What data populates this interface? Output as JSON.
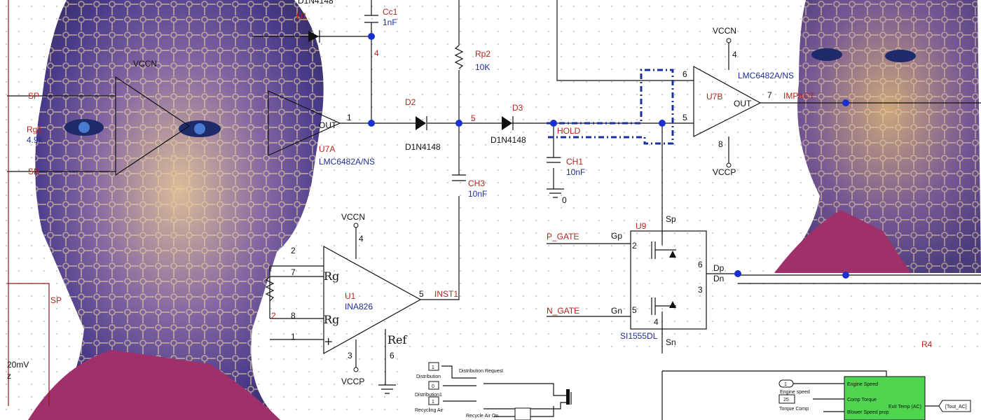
{
  "schematic": {
    "top_diode_part": "D1N4148",
    "d1": {
      "ref": "D1"
    },
    "cc1": {
      "ref": "Cc1",
      "value": "1nF"
    },
    "node4": "4",
    "vccn_left": "VCCN",
    "sp": "SP",
    "sn": "SN",
    "rg1": {
      "ref": "Rg1",
      "value": "4.9k"
    },
    "u7a": {
      "ref": "U7A",
      "part": "LMC6482A/NS",
      "out": "OUT",
      "pin_out": "1"
    },
    "d2": {
      "ref": "D2",
      "part": "D1N4148"
    },
    "node5": "5",
    "d3": {
      "ref": "D3",
      "part": "D1N4148"
    },
    "rp2": {
      "ref": "Rp2",
      "value": "10K"
    },
    "ch3": {
      "ref": "CH3",
      "value": "10nF"
    },
    "ch1": {
      "ref": "CH1",
      "value": "10nF"
    },
    "hold": "HOLD",
    "ground": "0",
    "u7b": {
      "ref": "U7B",
      "part": "LMC6482A/NS",
      "vccn": "VCCN",
      "vccp": "VCCP",
      "out": "OUT",
      "pin_inv": "6",
      "pin_noninv": "5",
      "pin_out": "7",
      "pin_v": "8",
      "pin_4": "4",
      "net_out": "IMPACT"
    },
    "u1": {
      "ref": "U1",
      "part": "INA826",
      "vccn": "VCCN",
      "vccp": "VCCP",
      "pin4": "4",
      "pin3": "3",
      "pin6": "6",
      "pin2": "2",
      "pin7": "7",
      "pin2b": "2",
      "pin8": "8",
      "pin1": "1",
      "pin5": "5",
      "rg_top": "Rg",
      "rg_bot": "Rg",
      "ref_label": "Ref",
      "net_out": "INST1",
      "plus": "+"
    },
    "u9": {
      "ref": "U9",
      "part": "SI1555DL",
      "sp": "Sp",
      "gp": "Gp",
      "gn": "Gn",
      "dp": "Dp",
      "dn": "Dn",
      "sn": "Sn",
      "pin6": "6",
      "pin3": "3",
      "pin2": "2",
      "pin5": "5",
      "pin4": "4",
      "p_gate": "P_GATE",
      "n_gate": "N_GATE"
    },
    "r4": "R4",
    "sp_lower": "SP",
    "left_readout": "20mV",
    "left_readout2": "z"
  },
  "simulink": {
    "const_distribution": "1",
    "label_distribution": "Distribution",
    "const_distribution1": "0",
    "label_distribution1": "Distribution1",
    "const_recycling": "1",
    "label_recycling": "Recycling Air",
    "distribution_request": "Distribution Request",
    "recycle_air_on": "Recycle Air On",
    "engine_speed_const": "1",
    "engine_speed_label": "Engine speed",
    "torque_const": "25",
    "torque_label": "Torque Comp",
    "block_in1": "Engine Speed",
    "block_in2": "Comp Torque",
    "block_in3": "Blower Speed prop",
    "block_out": "Exit Temp (AC)",
    "goto_tag": "[Tout_AC]",
    "block_color": "#4fd44f"
  }
}
